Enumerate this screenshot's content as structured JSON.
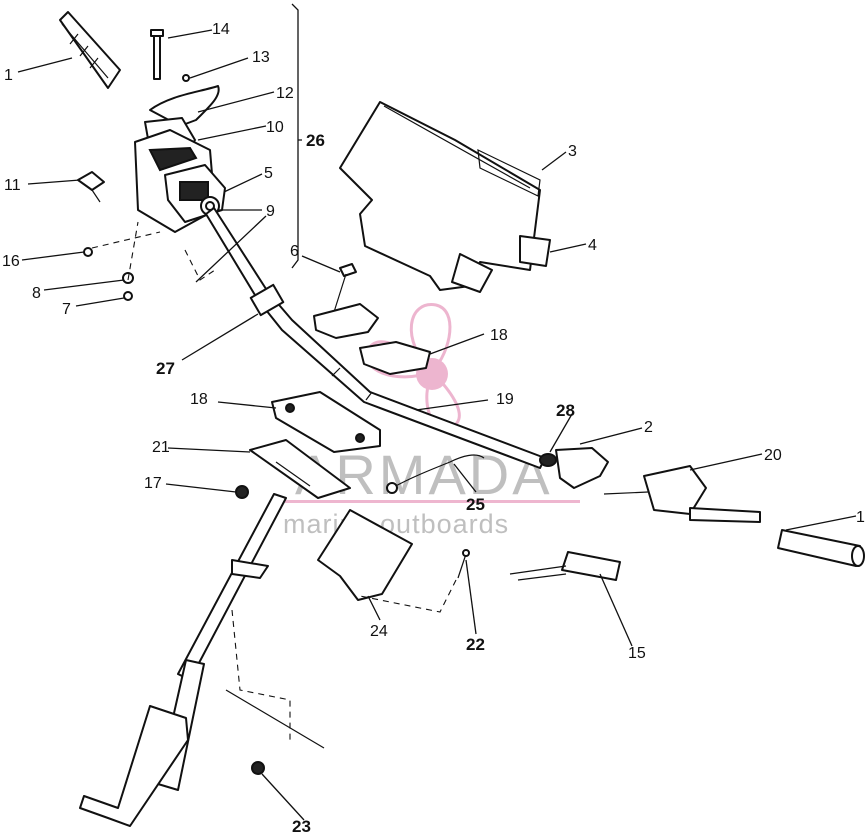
{
  "callouts": [
    {
      "id": "1",
      "label": "1"
    },
    {
      "id": "1b",
      "label": "1"
    },
    {
      "id": "2",
      "label": "2"
    },
    {
      "id": "3",
      "label": "3"
    },
    {
      "id": "4",
      "label": "4"
    },
    {
      "id": "5",
      "label": "5"
    },
    {
      "id": "6",
      "label": "6"
    },
    {
      "id": "7",
      "label": "7"
    },
    {
      "id": "8",
      "label": "8"
    },
    {
      "id": "9",
      "label": "9"
    },
    {
      "id": "10",
      "label": "10"
    },
    {
      "id": "11",
      "label": "11"
    },
    {
      "id": "12",
      "label": "12"
    },
    {
      "id": "13",
      "label": "13"
    },
    {
      "id": "14",
      "label": "14"
    },
    {
      "id": "15",
      "label": "15"
    },
    {
      "id": "16",
      "label": "16"
    },
    {
      "id": "17",
      "label": "17"
    },
    {
      "id": "18a",
      "label": "18"
    },
    {
      "id": "18b",
      "label": "18"
    },
    {
      "id": "19",
      "label": "19"
    },
    {
      "id": "20",
      "label": "20"
    },
    {
      "id": "21",
      "label": "21"
    },
    {
      "id": "22",
      "label": "22"
    },
    {
      "id": "23",
      "label": "23"
    },
    {
      "id": "24",
      "label": "24"
    },
    {
      "id": "25",
      "label": "25"
    },
    {
      "id": "26",
      "label": "26"
    },
    {
      "id": "27",
      "label": "27"
    },
    {
      "id": "28",
      "label": "28"
    }
  ],
  "watermark": {
    "brand": "ARMADA",
    "tagline": "marine outboards",
    "color": "#e07aa8"
  }
}
